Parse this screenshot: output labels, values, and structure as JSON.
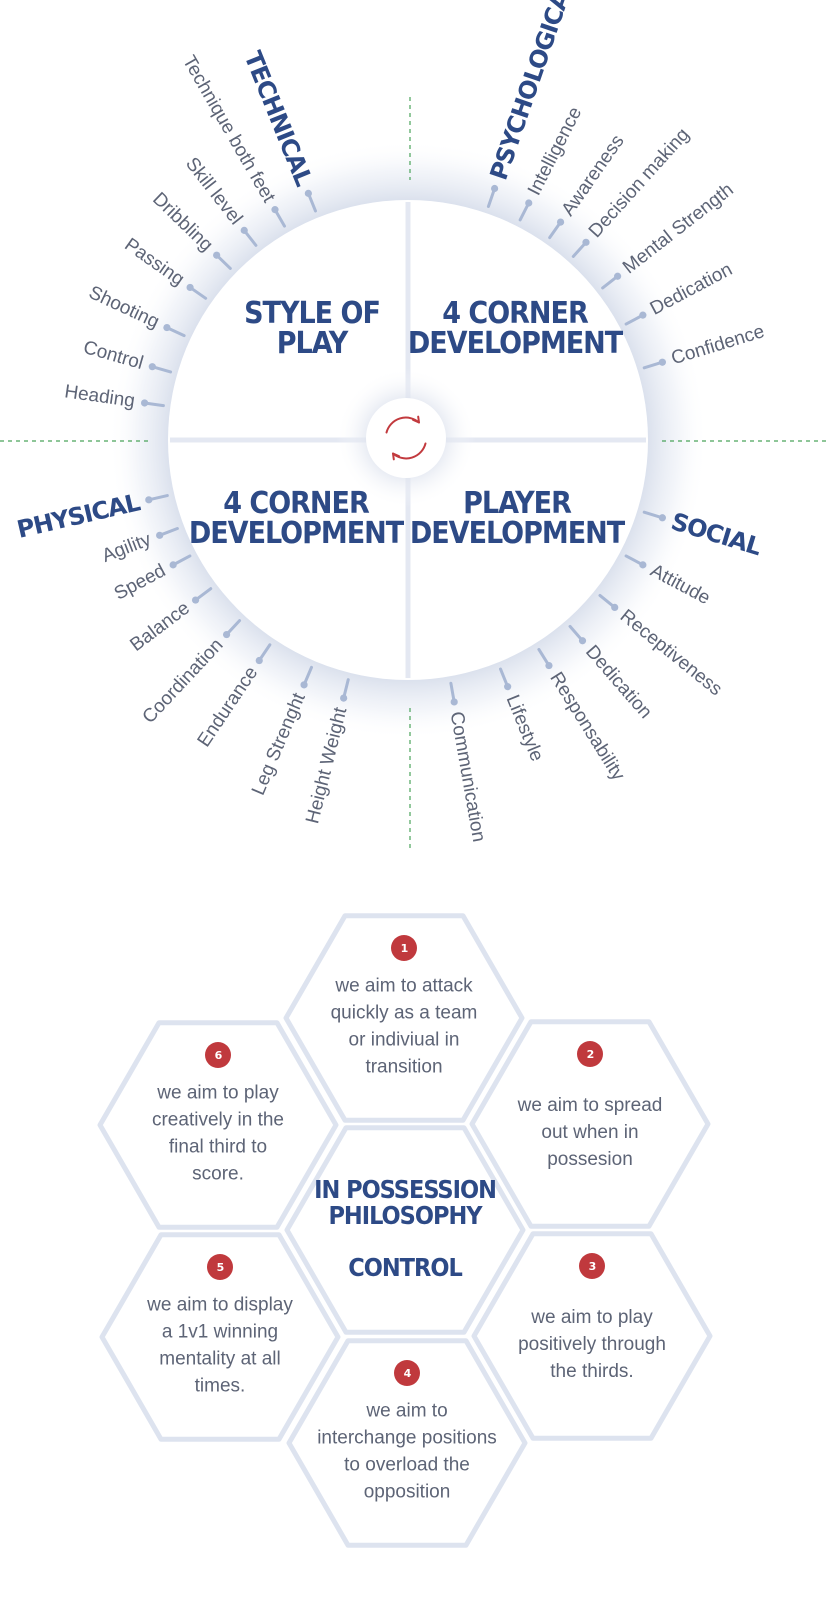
{
  "colors": {
    "navy": "#2d4a86",
    "label_gray": "#5d6476",
    "tick": "#a9b8d4",
    "divider": "#e4e8f2",
    "hex_stroke": "#dde3ef",
    "badge": "#c0393d",
    "icon": "#c23a3e",
    "dash": "#4aa35a"
  },
  "wheel": {
    "quadrants": [
      {
        "id": "tl",
        "lines": [
          "STYLE OF",
          "PLAY"
        ]
      },
      {
        "id": "tr",
        "lines": [
          "4 CORNER",
          "DEVELOPMENT"
        ]
      },
      {
        "id": "bl",
        "lines": [
          "4 CORNER",
          "DEVELOPMENT"
        ]
      },
      {
        "id": "br",
        "lines": [
          "PLAYER",
          "DEVELOPMENT"
        ]
      }
    ],
    "center_icon": "refresh-cycle-icon",
    "groups": [
      {
        "id": "technical",
        "category": "TECHNICAL",
        "items": [
          "Technique both feet",
          "Skill level",
          "Dribbling",
          "Passing",
          "Shooting",
          "Control",
          "Heading"
        ]
      },
      {
        "id": "psychological",
        "category": "PSYCHOLOGICAL",
        "items": [
          "Intelligence",
          "Awareness",
          "Decision making",
          "Mental Strength",
          "Dedication",
          "Confidence"
        ]
      },
      {
        "id": "physical",
        "category": "PHYSICAL",
        "items": [
          "Agility",
          "Speed",
          "Balance",
          "Coordination",
          "Endurance",
          "Leg Strenght",
          "Height Weight"
        ]
      },
      {
        "id": "social",
        "category": "SOCIAL",
        "items": [
          "Attitude",
          "Receptiveness",
          "Dedication",
          "Responsability",
          "Lifestyle",
          "Communication"
        ]
      }
    ]
  },
  "hexagons": {
    "center": {
      "lines": [
        "IN POSSESSION",
        "PHILOSOPHY",
        "",
        "CONTROL"
      ]
    },
    "cells": [
      {
        "id": "1",
        "badge": "1",
        "lines": [
          "we aim to attack",
          "quickly as a team",
          "or indiviual in",
          "transition"
        ]
      },
      {
        "id": "2",
        "badge": "2",
        "lines": [
          "we aim to spread",
          "out when in",
          "possesion"
        ]
      },
      {
        "id": "3",
        "badge": "3",
        "lines": [
          "we aim to play",
          "positively through",
          "the thirds."
        ]
      },
      {
        "id": "4",
        "badge": "4",
        "lines": [
          "we aim to",
          "interchange positions",
          "to overload the",
          "opposition"
        ]
      },
      {
        "id": "5",
        "badge": "5",
        "lines": [
          "we aim to display",
          "a 1v1 winning",
          "mentality at all",
          "times."
        ]
      },
      {
        "id": "6",
        "badge": "6",
        "lines": [
          "we aim to play",
          "creatively in the",
          "final third to",
          "score."
        ]
      }
    ]
  }
}
